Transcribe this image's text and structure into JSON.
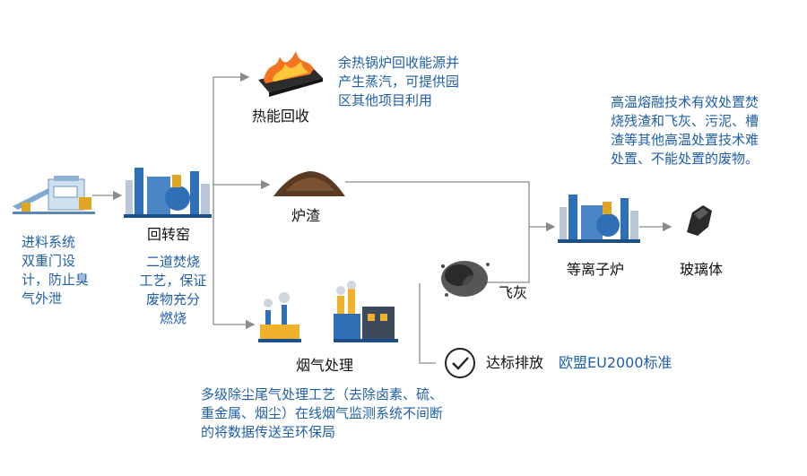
{
  "labels": {
    "heat_recovery": "热能回收",
    "slag": "炉渣",
    "rotary_kiln": "回转窑",
    "flue_gas": "烟气处理",
    "fly_ash": "飞灰",
    "plasma_furnace": "等离子炉",
    "vitrified": "玻璃体",
    "discharge": "达标排放"
  },
  "notes": {
    "feed": "进料系统\n双重门设\n计，防止臭\n气外泄",
    "kiln": "二道焚烧\n工艺，保证\n废物充分\n燃烧",
    "heat": "余热锅炉回收能源并\n产生蒸汽，可提供园\n区其他项目利用",
    "plasma": "高温熔融技术有效处置焚\n烧残渣和飞灰、污泥、槽\n渣等其他高温处置技术难\n处置、不能处置的废物。",
    "flue": "多级除尘尾气处理工艺（去除卤素、硫、\n重金属、烟尘）在线烟气监测系统不间断\n的将数据传送至环保局",
    "standard": "欧盟EU2000标准"
  },
  "colors": {
    "note_blue": "#1f5fa8",
    "arrow_gray": "#8a8a8a",
    "factory_blue": "#2f6fb5"
  },
  "icons": {
    "feed": "feed-system-icon",
    "kiln": "rotary-kiln-icon",
    "heat": "flame-icon",
    "slag": "slag-pile-icon",
    "flue": "flue-gas-plant-icon",
    "fly_ash": "fly-ash-icon",
    "plasma": "plasma-furnace-icon",
    "vitrified": "glass-rock-icon",
    "check": "check-circle-icon"
  }
}
